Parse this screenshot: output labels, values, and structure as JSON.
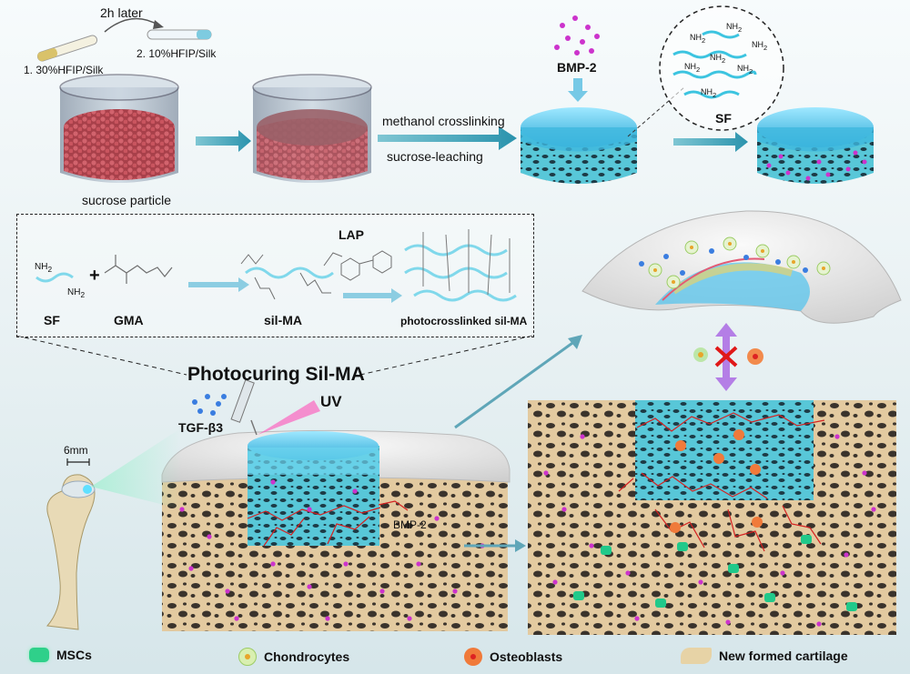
{
  "top": {
    "time_label": "2h later",
    "step1": "1.  30%HFIP/Silk",
    "step2": "2.  10%HFIP/Silk",
    "sucrose": "sucrose particle",
    "methanol": "methanol crosslinking",
    "leaching": "sucrose-leaching",
    "bmp2": "BMP-2",
    "sf_zoom": "SF",
    "nh2": "NH",
    "nh2_sub": "2"
  },
  "scheme": {
    "sf": "SF",
    "plus": "+",
    "gma": "GMA",
    "silma": "sil-MA",
    "lap": "LAP",
    "photo_silma": "photocrosslinked sil-MA"
  },
  "bottom": {
    "photocuring": "Photocuring Sil-MA",
    "uv": "UV",
    "tgf": "TGF-β3",
    "scale": "6mm",
    "bmp2": "BMP-2"
  },
  "legend": [
    {
      "label": "MSCs",
      "color": "#2fd08a"
    },
    {
      "label": "Chondrocytes",
      "color": "#d9efb0"
    },
    {
      "label": "Osteoblasts",
      "color": "#f07a3a"
    },
    {
      "label": "New formed cartilage",
      "color": "#e7d3a6"
    }
  ],
  "colors": {
    "silk_blue": "#3cc4e0",
    "bone": "#e2c99a",
    "bmp_dot": "#cc33cc",
    "tgf_dot": "#3a7de0",
    "vessel": "#d42020",
    "sucrose": "#c24c57"
  }
}
